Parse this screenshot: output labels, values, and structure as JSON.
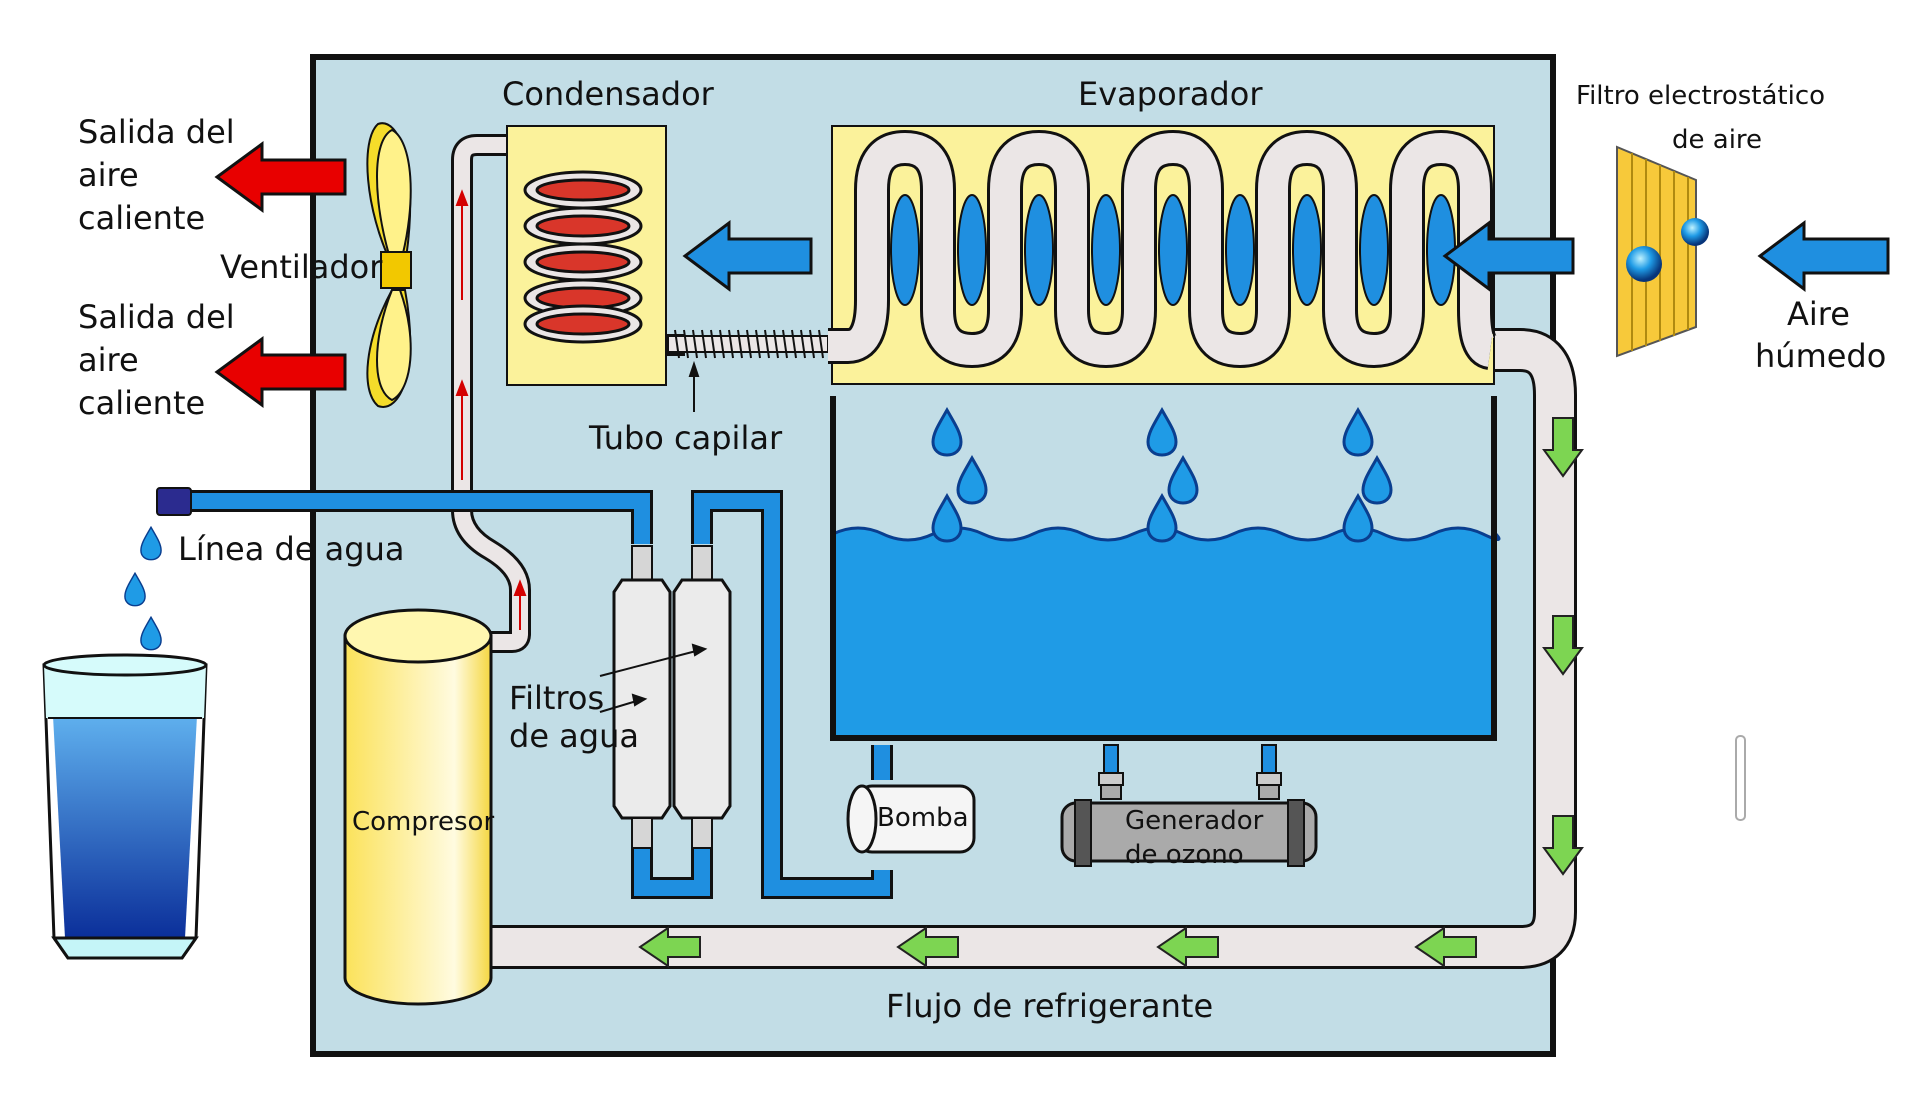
{
  "labels": {
    "condensador": "Condensador",
    "evaporador": "Evaporador",
    "filtro_line1": "Filtro electrostático",
    "filtro_line2": "de aire",
    "salida1_l1": "Salida del",
    "salida1_l2": "aire",
    "salida1_l3": "caliente",
    "salida2_l1": "Salida del",
    "salida2_l2": "aire",
    "salida2_l3": "caliente",
    "ventilador": "Ventilador",
    "tubo_capilar": "Tubo capilar",
    "aire_l1": "Aire",
    "aire_l2": "húmedo",
    "linea_agua": "Línea de agua",
    "filtros_l1": "Filtros",
    "filtros_l2": "de agua",
    "compresor": "Compresor",
    "bomba": "Bomba",
    "generador_l1": "Generador",
    "generador_l2": "de ozono",
    "flujo": "Flujo de refrigerante"
  },
  "colors": {
    "panel": "#c2dde6",
    "yellow_box": "#fbf29b",
    "water": "#1f9be6",
    "pipe_fill": "#ebe6e6",
    "hot_arrow": "#e80000",
    "cold_arrow": "#1f8fe0",
    "flow_arrow": "#7dd552"
  }
}
